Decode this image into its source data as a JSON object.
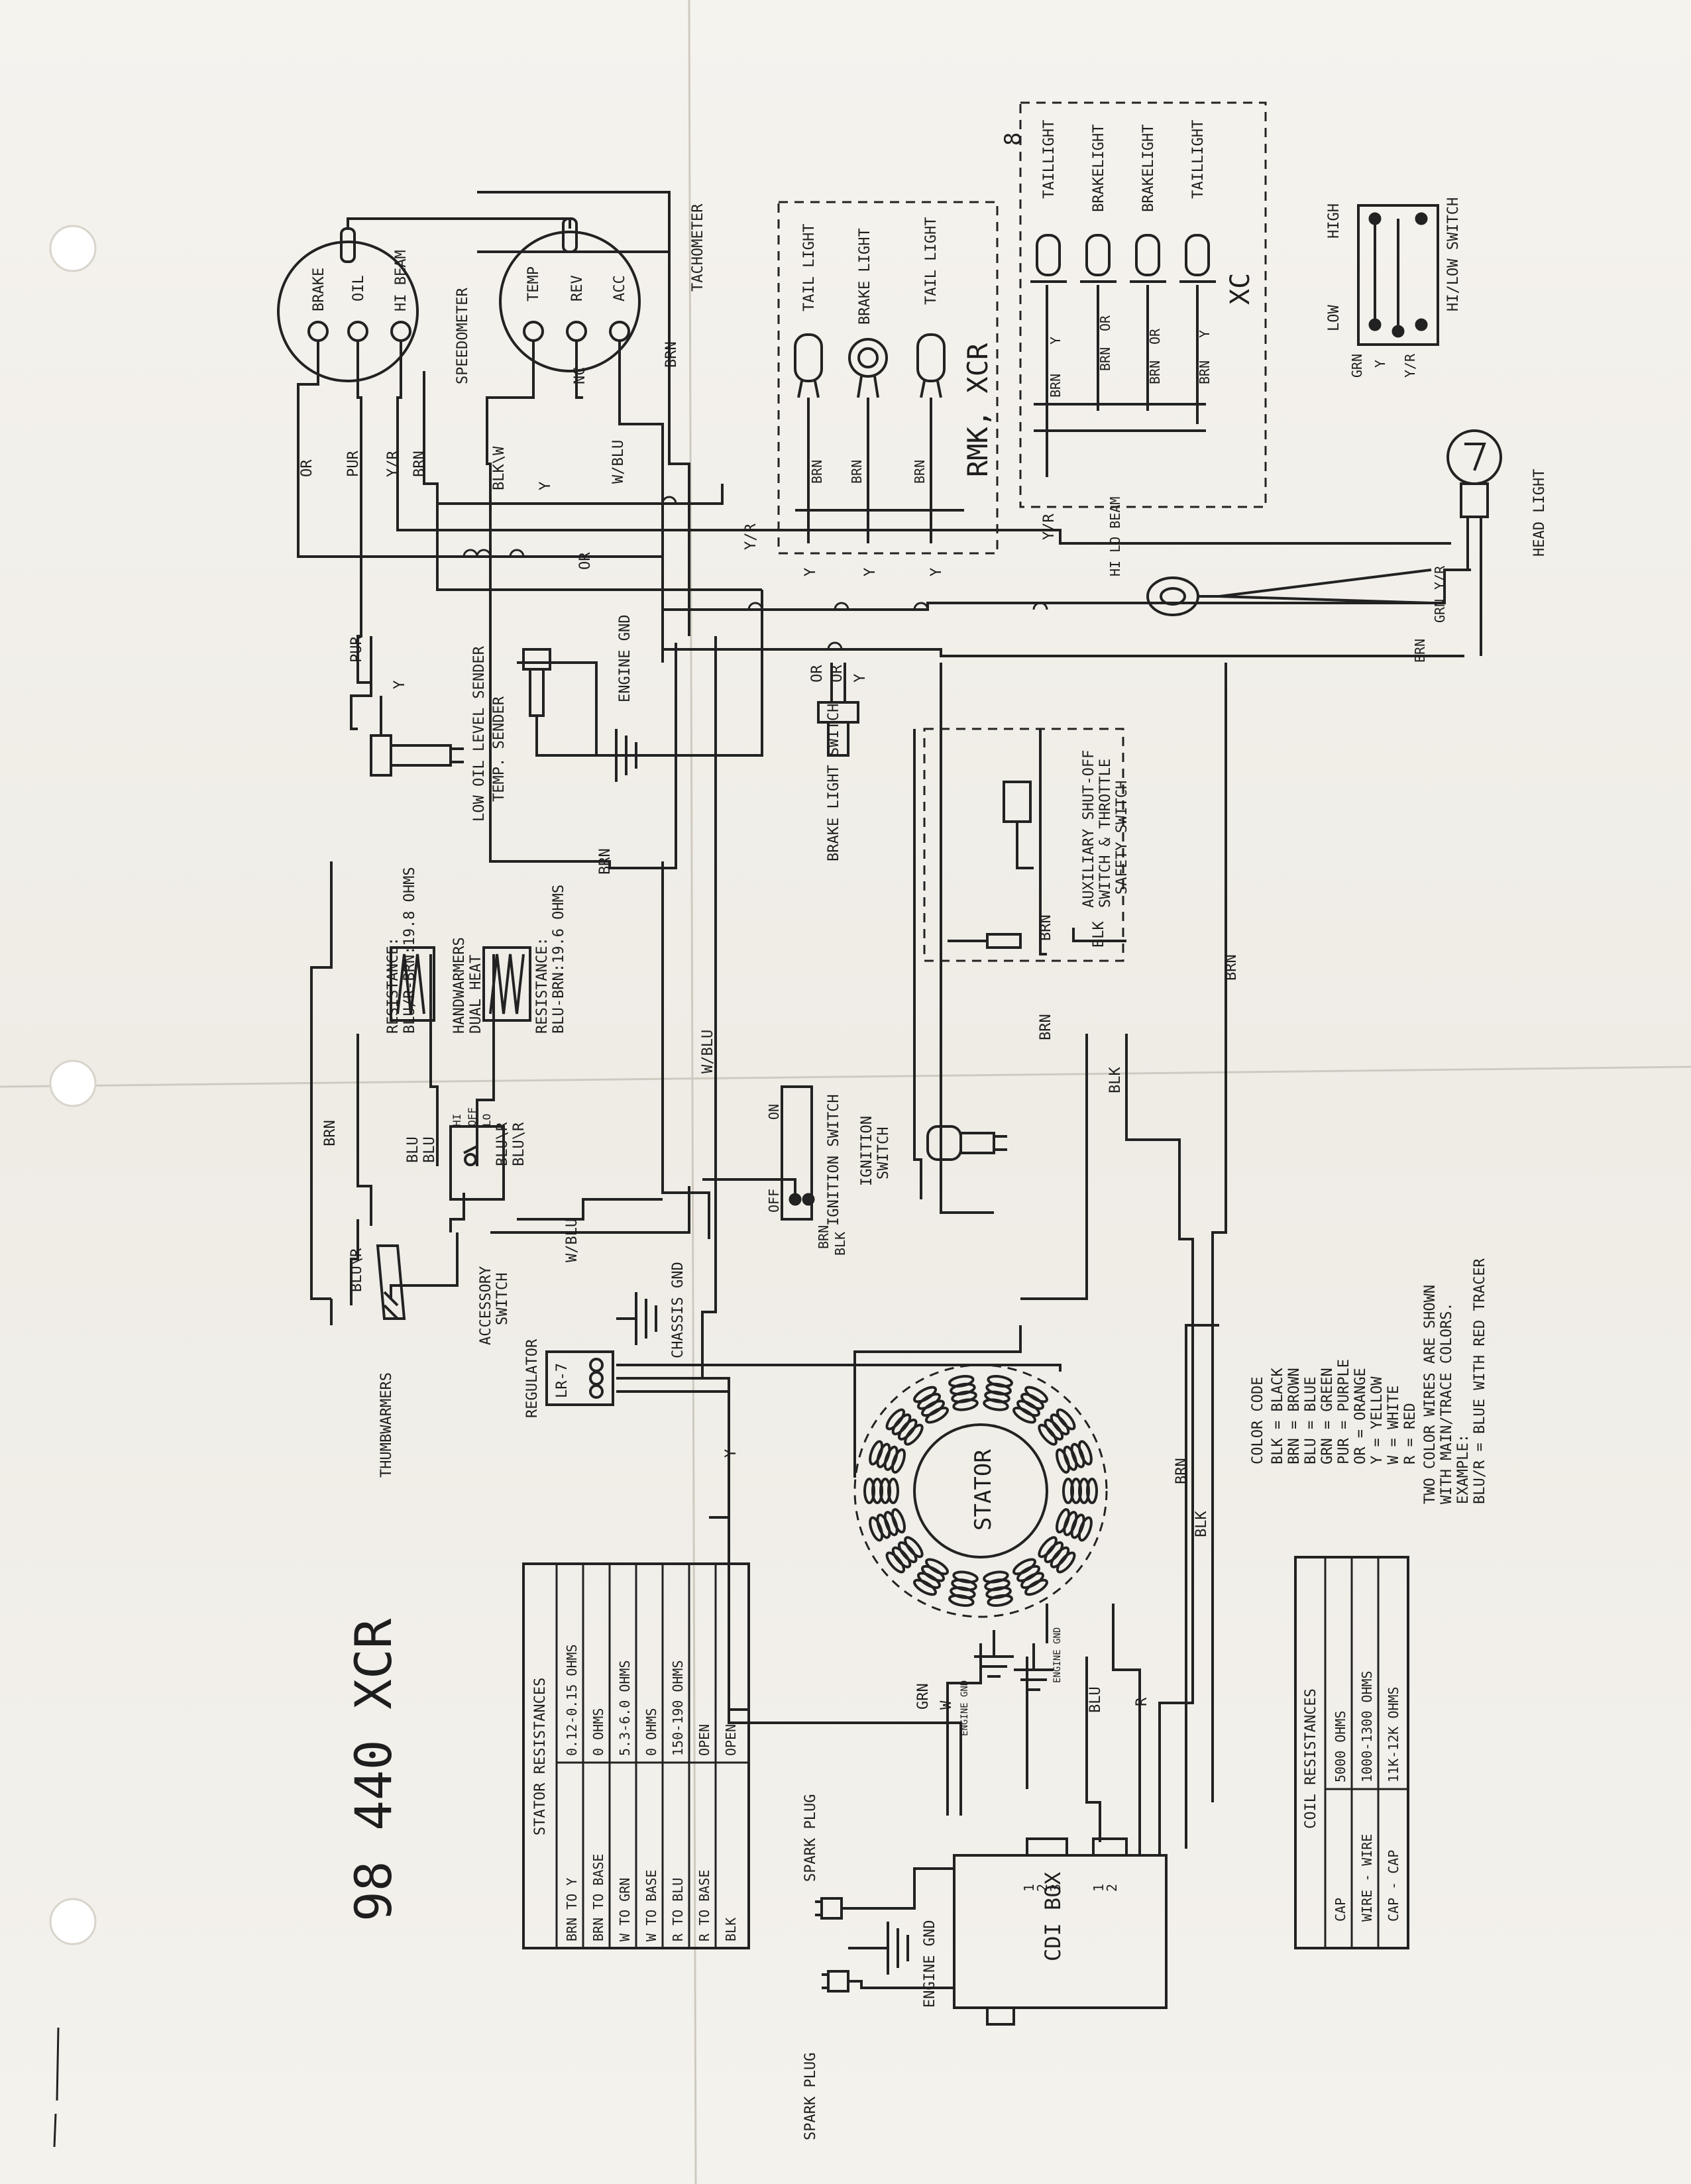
{
  "page": {
    "number": "8"
  },
  "meters": {
    "speedometer": {
      "label": "SPEEDOMETER",
      "terminals": [
        "BRAKE",
        "OIL",
        "HI BEAM"
      ]
    },
    "tachometer": {
      "label": "TACHOMETER",
      "terminals": [
        "TEMP",
        "REV",
        "ACC"
      ],
      "nc": "NC"
    }
  },
  "wire_labels": {
    "or": "OR",
    "pur": "PUR",
    "y_r": "Y/R",
    "brn": "BRN",
    "blk_w": "BLK\\W",
    "y": "Y",
    "w_blu": "W/BLU",
    "blu_r": "BLU\\R",
    "blu": "BLU",
    "blk": "BLK",
    "grn": "GRN",
    "w": "W",
    "r": "R",
    "blu_r_slash": "BLU/R"
  },
  "rmk_box": {
    "title": "RMK, XCR",
    "lamps": [
      "TAIL LIGHT",
      "BRAKE LIGHT",
      "TAIL LIGHT"
    ]
  },
  "xc_box": {
    "title": "XC",
    "lamps": [
      "TAILLIGHT",
      "BRAKELIGHT",
      "BRAKELIGHT",
      "TAILLIGHT"
    ]
  },
  "hilo_switch": {
    "label": "HI/LOW SWITCH",
    "low": "LOW",
    "high": "HIGH"
  },
  "head_light": {
    "label": "HEAD LIGHT"
  },
  "hi_lo_beam": {
    "label": "HI LO BEAM"
  },
  "sensors": {
    "engine_gnd": "ENGINE GND",
    "low_oil": "LOW OIL LEVEL SENDER",
    "temp_sender": "TEMP. SENDER",
    "brake_switch": "BRAKE LIGHT SWITCH",
    "aux_switch_1": "AUXILIARY SHUT-OFF",
    "aux_switch_2": "SWITCH & THROTTLE",
    "aux_switch_3": "SAFETY SWITCH"
  },
  "handwarmers": {
    "label_1": "HANDWARMERS",
    "label_2": "DUAL HEAT",
    "res_a_1": "RESISTANCE:",
    "res_a_2": "BLU/R-BRN:19.8 OHMS",
    "res_b_1": "RESISTANCE:",
    "res_b_2": "BLU-BRN:19.6 OHMS"
  },
  "accessory_switch": {
    "label_1": "ACCESSORY",
    "label_2": "SWITCH",
    "hi": "HI",
    "off": "OFF",
    "lo": "LO"
  },
  "thumbwarmers": {
    "label": "THUMBWARMERS"
  },
  "regulator": {
    "label": "REGULATOR",
    "part": "LR-7"
  },
  "chassis_gnd": "CHASSIS GND",
  "ignition": {
    "label": "IGNITION SWITCH",
    "off": "OFF",
    "on": "ON",
    "label2_1": "IGNITION",
    "label2_2": "SWITCH"
  },
  "stator": {
    "label": "STATOR"
  },
  "cdi": {
    "label": "CDI BOX",
    "pins_a": [
      "1",
      "2",
      "3"
    ],
    "pins_b": [
      "1",
      "2"
    ]
  },
  "spark_plug": "SPARK PLUG",
  "model_title": "98 440 XCR",
  "stator_table": {
    "title": "STATOR RESISTANCES",
    "rows": [
      [
        "BRN TO Y",
        "0.12-0.15 OHMS"
      ],
      [
        "BRN TO BASE",
        "0 OHMS"
      ],
      [
        "W TO GRN",
        "5.3-6.0 OHMS"
      ],
      [
        "W TO BASE",
        "0 OHMS"
      ],
      [
        "R TO BLU",
        "150-190 OHMS"
      ],
      [
        "R TO BASE",
        "OPEN"
      ],
      [
        "BLK",
        "OPEN"
      ]
    ]
  },
  "coil_table": {
    "title": "COIL RESISTANCES",
    "rows": [
      [
        "CAP",
        "5000 OHMS"
      ],
      [
        "WIRE - WIRE",
        "1000-1300 OHMS"
      ],
      [
        "CAP - CAP",
        "11K-12K OHMS"
      ]
    ]
  },
  "color_code": {
    "title": "COLOR CODE",
    "entries": [
      "BLK = BLACK",
      "BRN = BROWN",
      "BLU = BLUE",
      "GRN = GREEN",
      "PUR = PURPLE",
      "OR  = ORANGE",
      "Y   = YELLOW",
      "W   = WHITE",
      "R   = RED"
    ],
    "note_1": "TWO COLOR WIRES ARE SHOWN",
    "note_2": "WITH MAIN/TRACE COLORS.",
    "note_3": "EXAMPLE:",
    "note_4": "BLU/R = BLUE WITH RED TRACER"
  }
}
